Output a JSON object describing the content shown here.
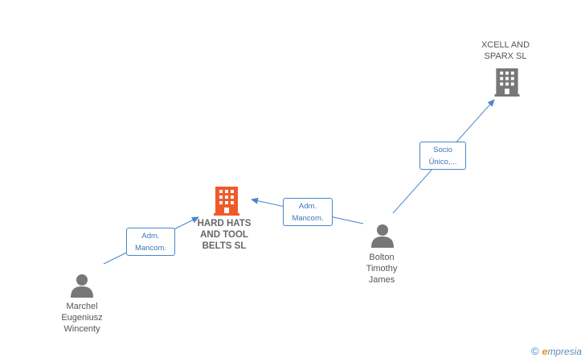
{
  "nodes": {
    "hard_hats": {
      "label": "HARD HATS\nAND TOOL\nBELTS SL",
      "icon": "building-icon",
      "color": "#f05a2a"
    },
    "xcell": {
      "label": "XCELL AND\nSPARX SL",
      "icon": "building-icon",
      "color": "#777777"
    },
    "bolton": {
      "label": "Bolton\nTimothy\nJames",
      "icon": "person-icon",
      "color": "#777777"
    },
    "marchel": {
      "label": "Marchel\nEugeniusz\nWincenty",
      "icon": "person-icon",
      "color": "#777777"
    }
  },
  "edges": {
    "marchel_to_hardhats": {
      "label": "Adm.\nMancom."
    },
    "bolton_to_hardhats": {
      "label": "Adm.\nMancom."
    },
    "bolton_to_xcell": {
      "label": "Socio\nÚnico,..."
    }
  },
  "colors": {
    "edge": "#4a86c8"
  },
  "brand": {
    "copyright": "©",
    "e": "e",
    "rest": "mpresia"
  }
}
